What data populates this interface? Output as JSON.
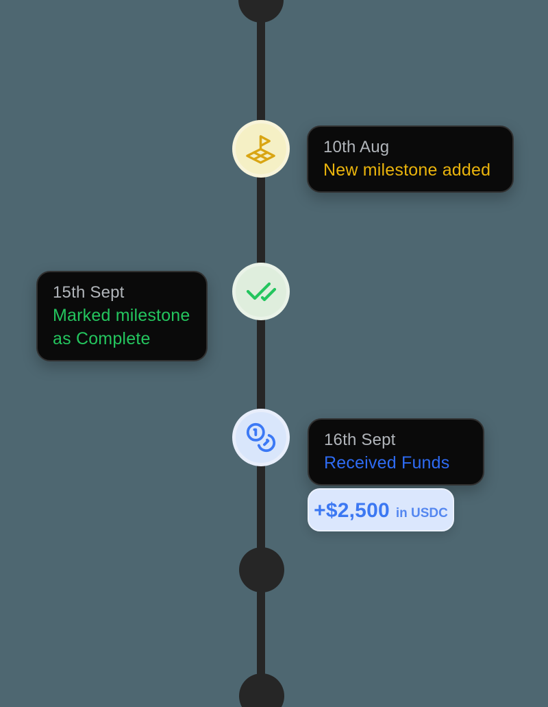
{
  "canvas": {
    "background_color": "#4e6771",
    "line_color": "#262626",
    "node_color": "#262626"
  },
  "card_style": {
    "background_color": "#0a0a0a",
    "border_color": "#313131",
    "date_color": "#b1b5ba"
  },
  "events": [
    {
      "date": "10th Aug",
      "title": "New milestone added",
      "accent_color": "#eab40c",
      "icon": "milestone-flag-icon",
      "icon_color": "#d9a513",
      "icon_bg": "#f5f0c5",
      "side": "right"
    },
    {
      "date": "15th Sept",
      "title": "Marked milestone as Complete",
      "accent_color": "#24c55e",
      "icon": "double-check-icon",
      "icon_color": "#24c55e",
      "icon_bg": "#dfeedd",
      "side": "left"
    },
    {
      "date": "16th Sept",
      "title": "Received Funds",
      "accent_color": "#2e6bf3",
      "icon": "coins-icon",
      "icon_color": "#3c79f5",
      "icon_bg": "#d9e6fb",
      "side": "right",
      "funds_chip": {
        "amount": "+$2,500",
        "unit": "in USDC",
        "amount_color": "#3c78f2",
        "unit_color": "#5487f0",
        "background_color": "#dbe7fd"
      }
    }
  ]
}
